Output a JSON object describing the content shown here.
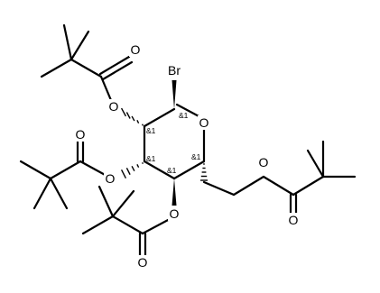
{
  "molecule": {
    "atoms": {
      "Br": "Br",
      "O_ring": "O",
      "O2": "O",
      "O3": "O",
      "O4": "O",
      "O6": "O",
      "Ocarb_piv2": "O",
      "Ocarb_piv3": "O",
      "Ocarb_piv4": "O",
      "Ocarb_piv6": "O"
    },
    "stereo": {
      "C1": "&1",
      "C2": "&1",
      "C3": "&1",
      "C4": "&1",
      "C5": "&1"
    }
  }
}
